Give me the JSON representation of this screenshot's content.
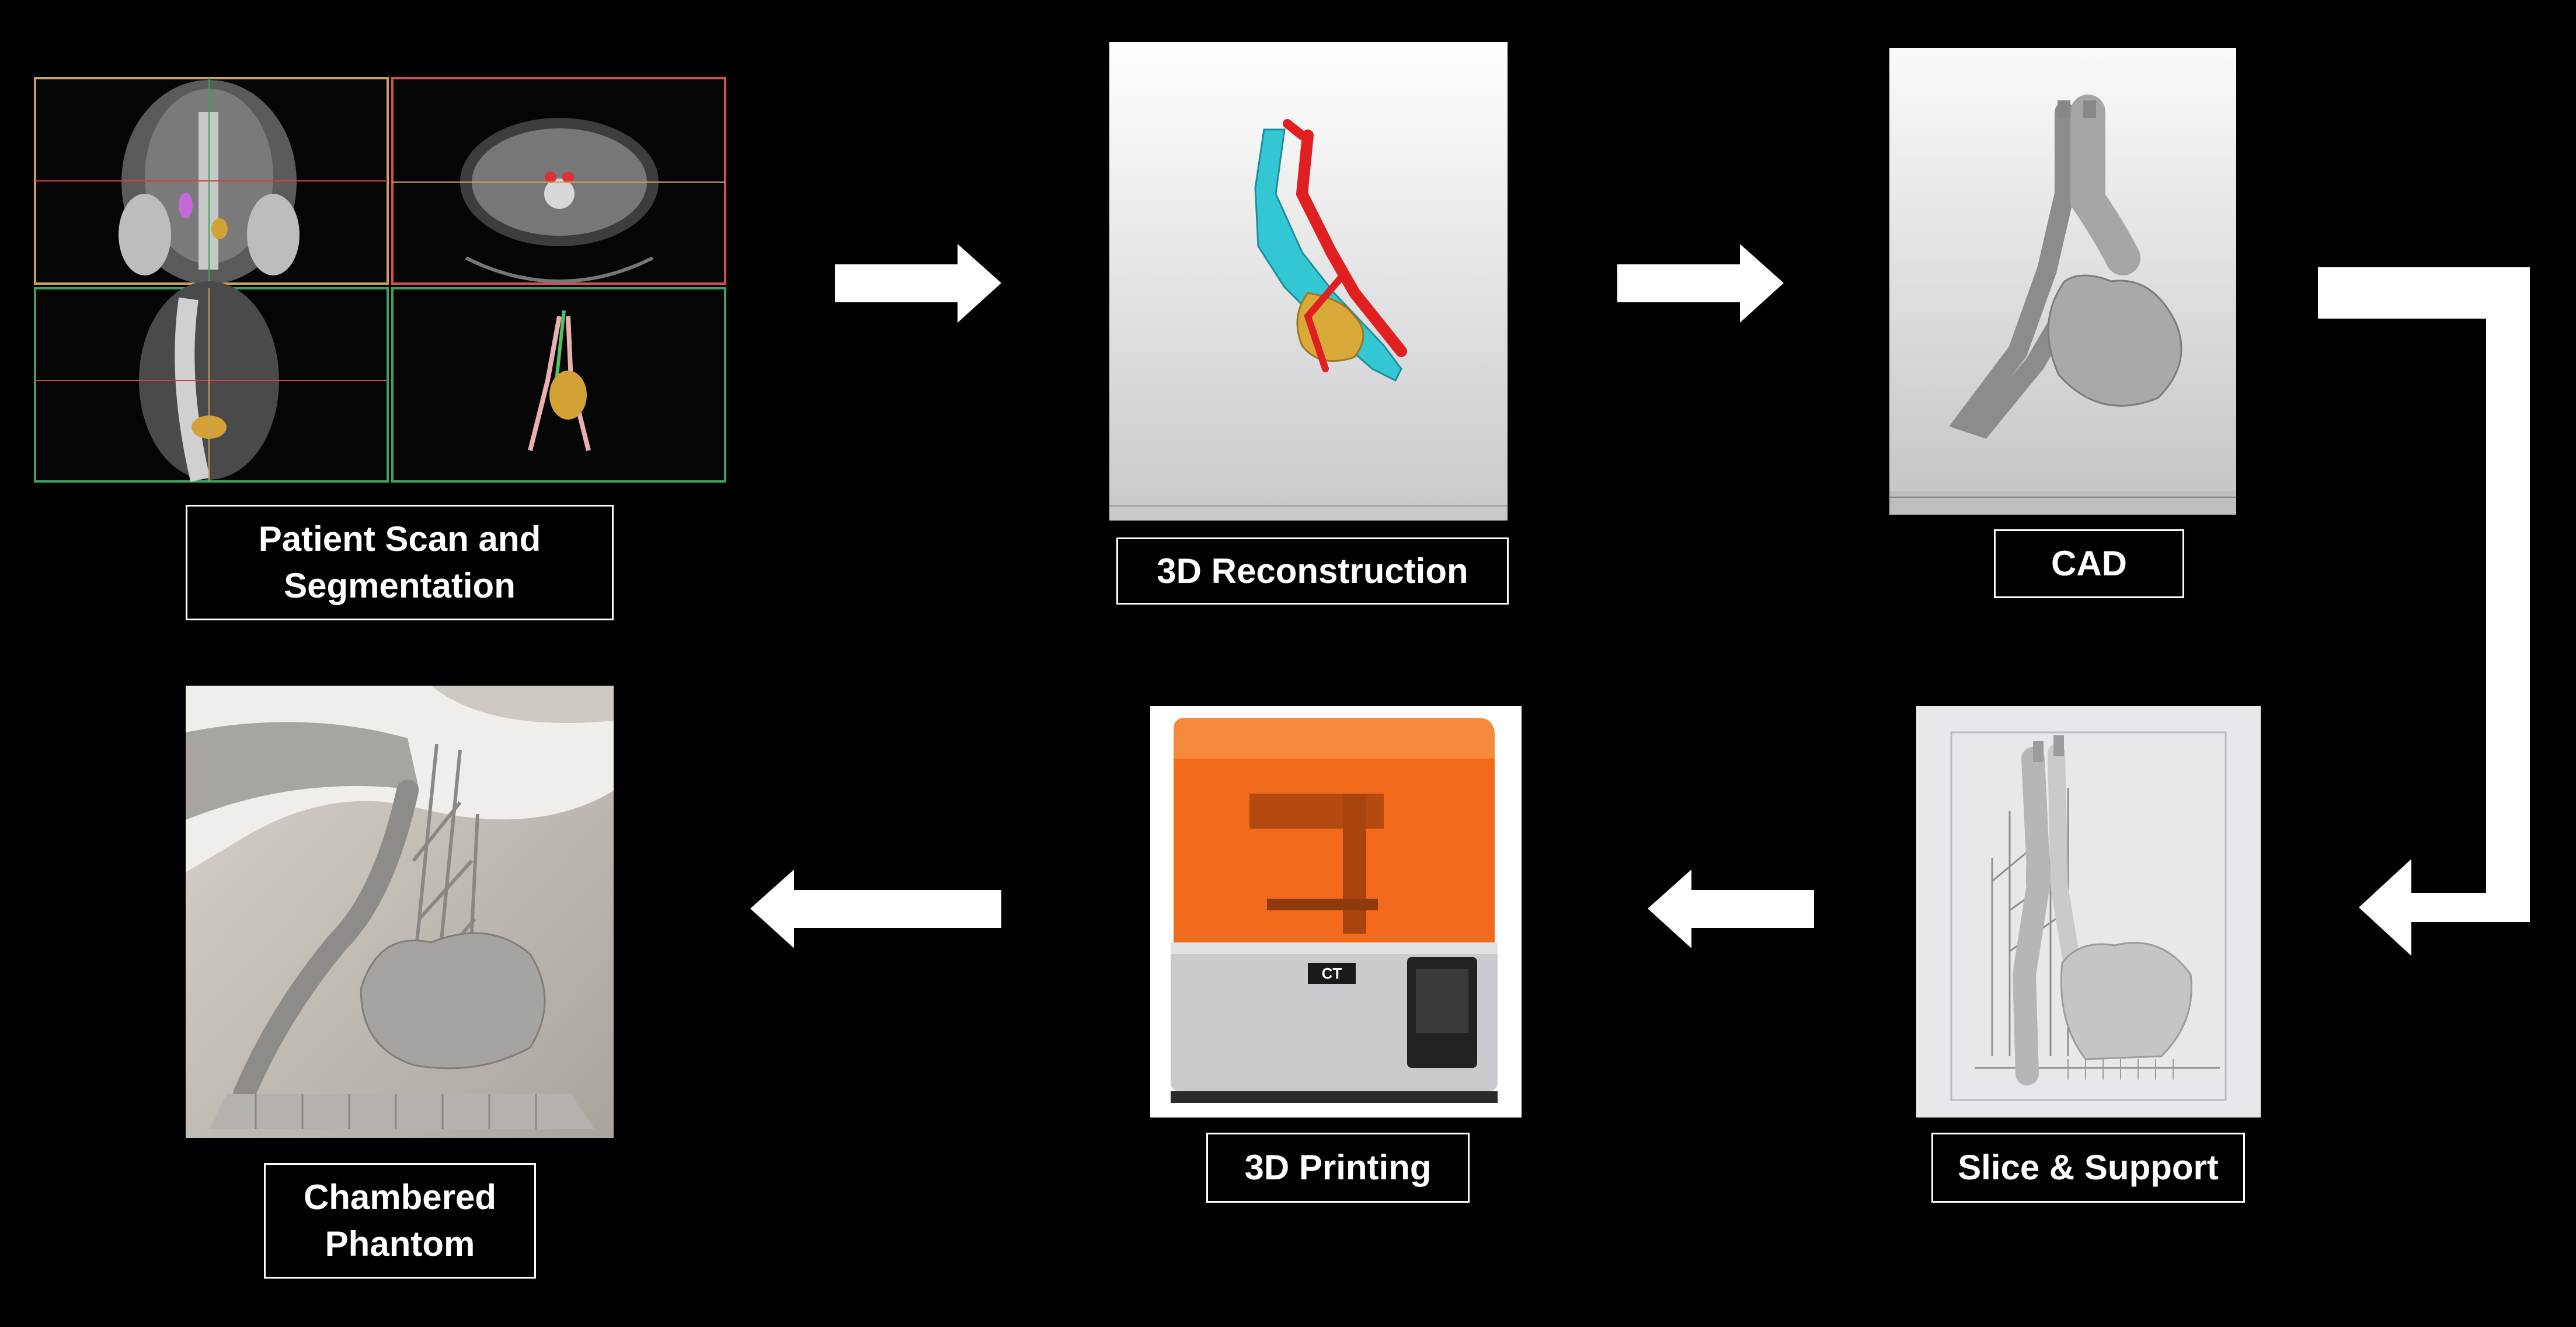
{
  "steps": [
    {
      "label_line1": "Patient Scan and",
      "label_line2": "Segmentation"
    },
    {
      "label": "3D Reconstruction"
    },
    {
      "label": "CAD"
    },
    {
      "label": "Slice & Support"
    },
    {
      "label": "3D Printing"
    },
    {
      "label_line1": "Chambered",
      "label_line2": "Phantom"
    }
  ],
  "printer": {
    "badge": "CT"
  },
  "colors": {
    "background": "#000000",
    "arrow": "#ffffff",
    "cyan_vessel": "#33c7d4",
    "red_vessel": "#e02020",
    "tumor": "#d9a93a",
    "printer_orange": "#f26a1b"
  }
}
